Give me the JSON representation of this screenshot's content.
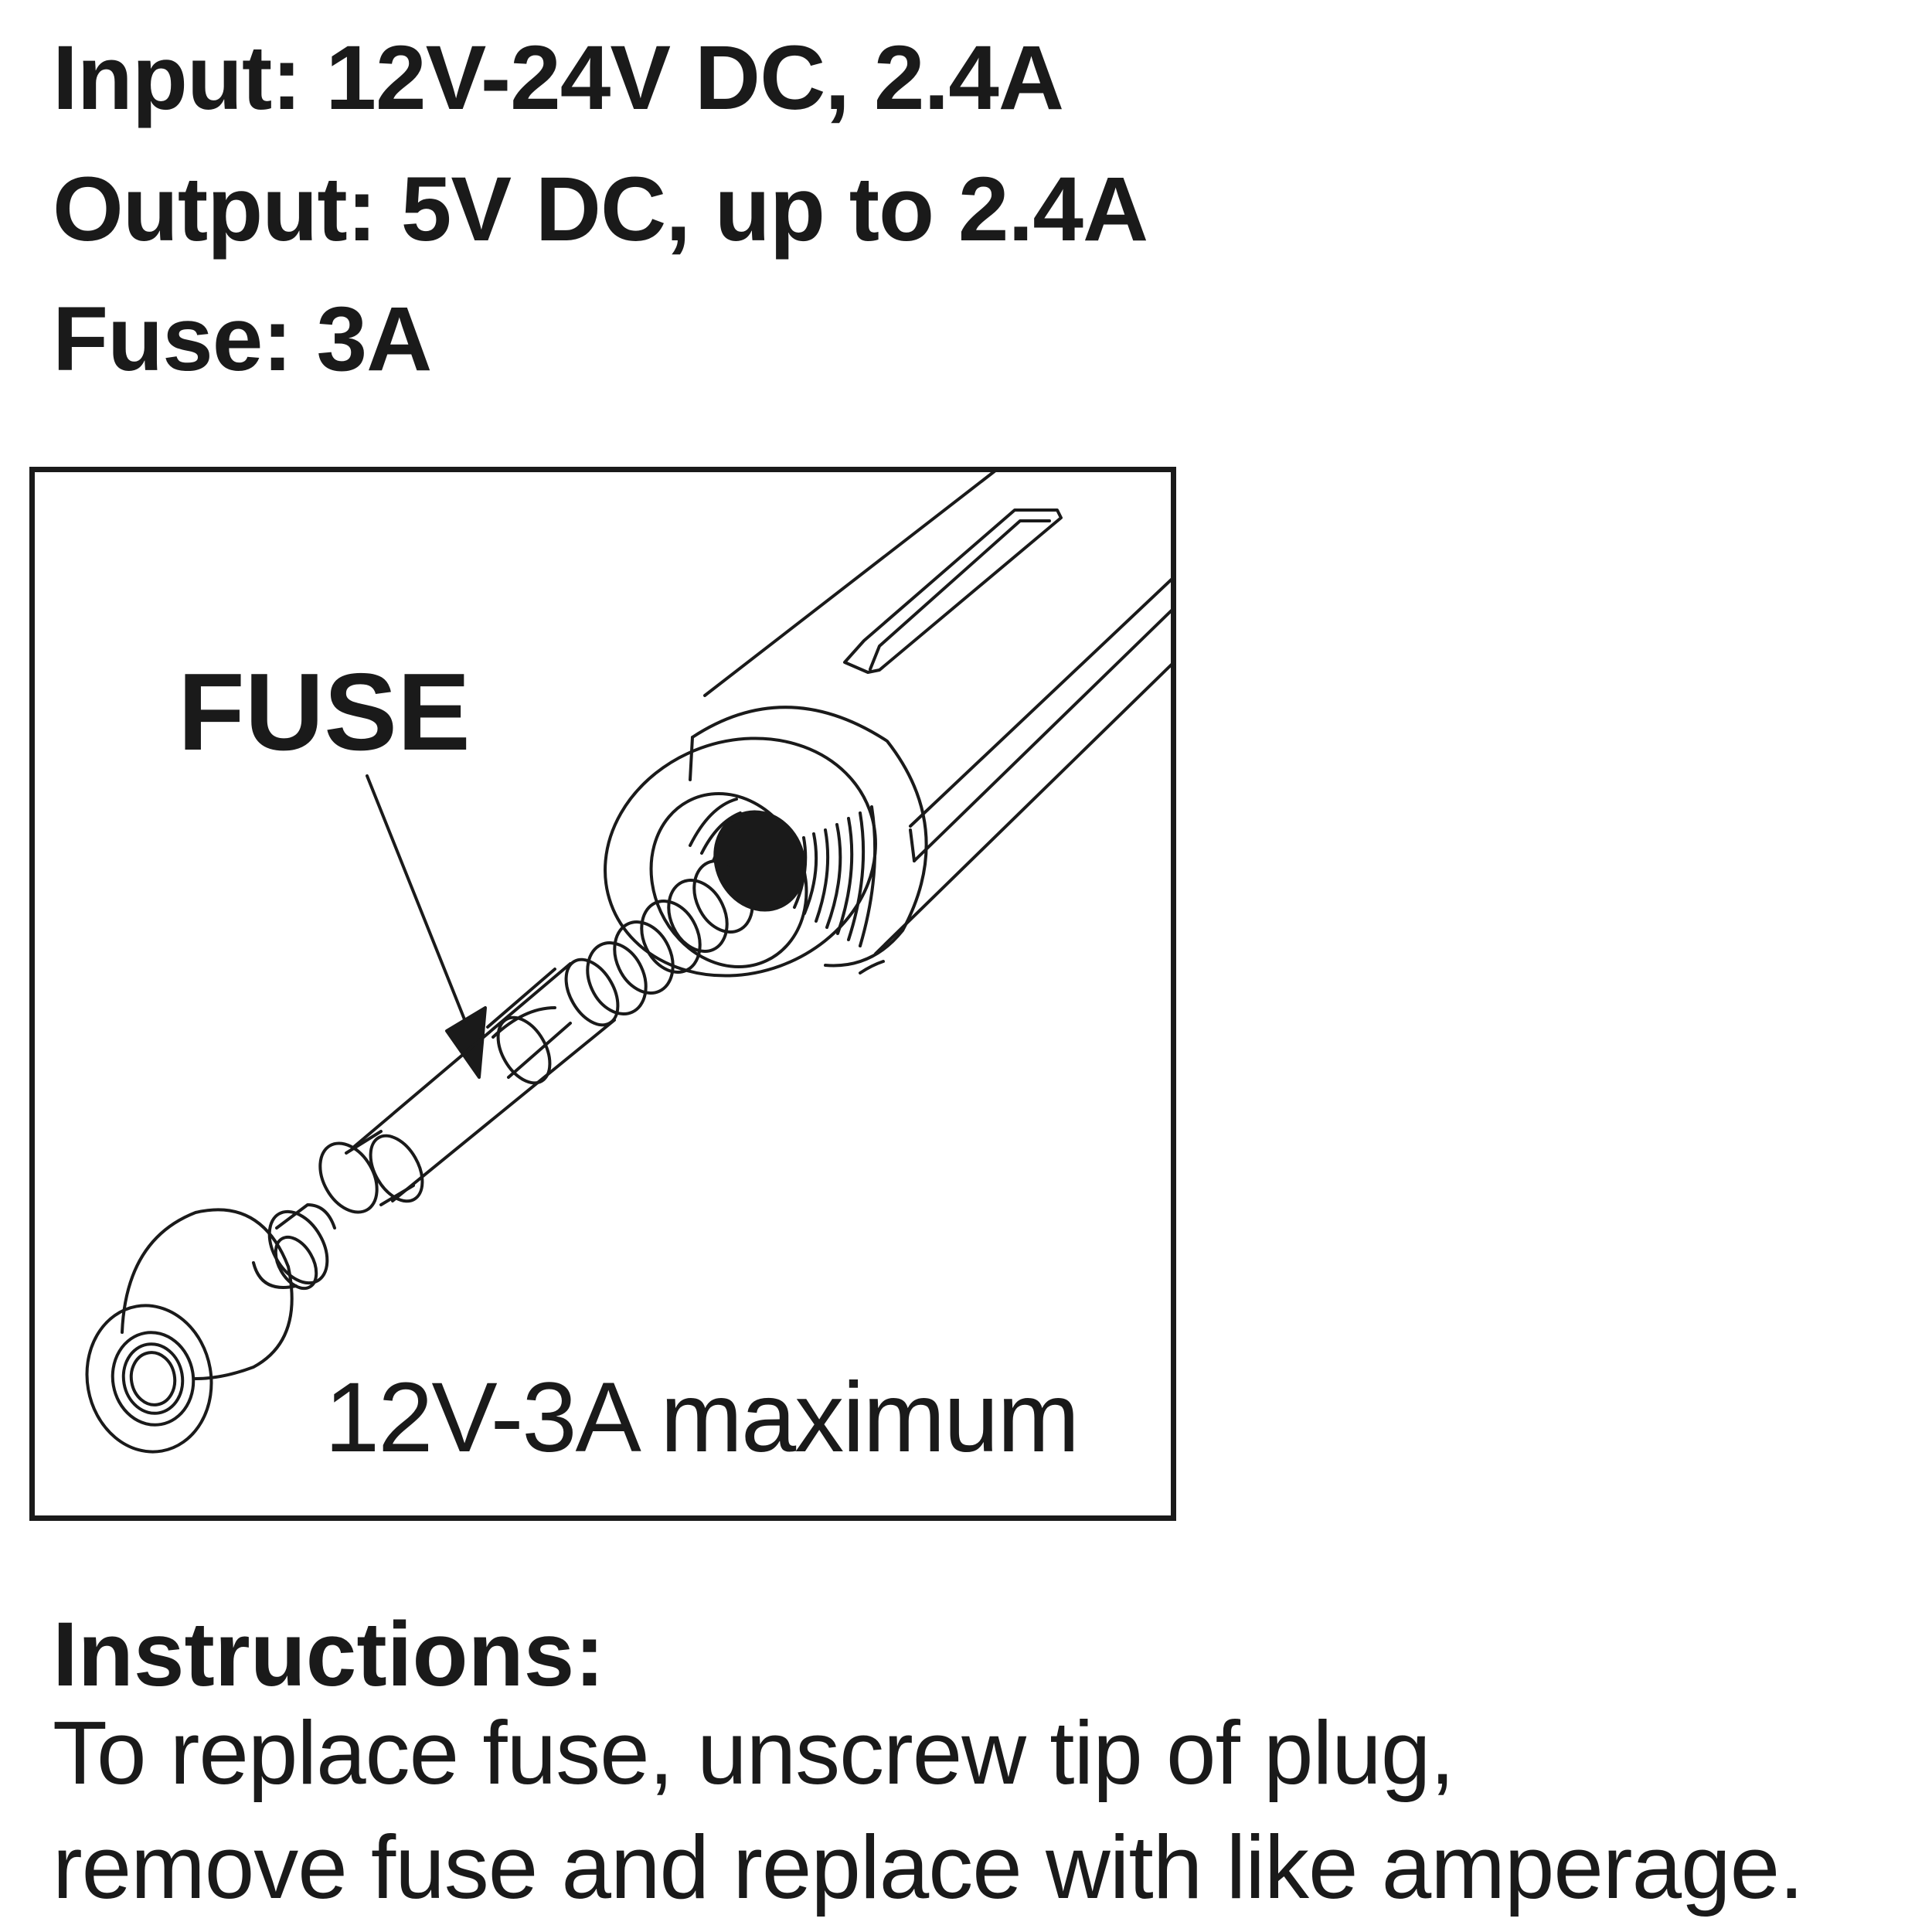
{
  "specs": {
    "input": "Input: 12V-24V DC, 2.4A",
    "output": "Output: 5V DC, up to 2.4A",
    "fuse": "Fuse: 3A"
  },
  "diagram": {
    "fuse_label": "FUSE",
    "rating_label": "12V-3A maximum"
  },
  "instructions": {
    "heading": "Instructions:",
    "lines": [
      "To replace fuse, unscrew tip of plug,",
      "remove fuse and replace with like amperage."
    ]
  }
}
